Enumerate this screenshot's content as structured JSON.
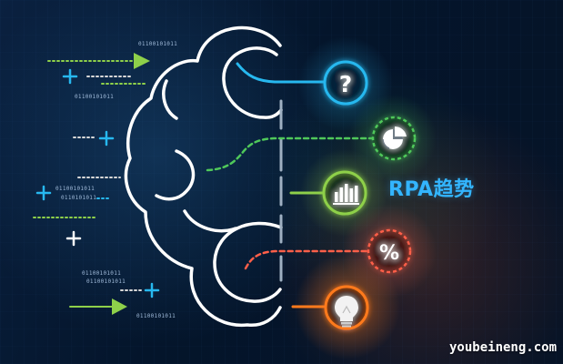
{
  "headline": "RPA趋势",
  "watermark": "youbeineng.com",
  "binary": {
    "b1": "01100101011",
    "b2": "01100101011",
    "b3": "01100101011",
    "b4": "0110101011",
    "b5": "01100101011",
    "b6": "01100101011",
    "b7": "01100101011"
  },
  "icons": {
    "question": "?",
    "percent": "%"
  },
  "colors": {
    "question": "#27b8ef",
    "pie": "#4fc85a",
    "bar_chart": "#8ed04a",
    "percent": "#ff5f49",
    "bulb": "#ff7a1c",
    "headline": "#33b5ff",
    "arrow": "#8ed04a",
    "brain_outline": "#ffffff"
  }
}
